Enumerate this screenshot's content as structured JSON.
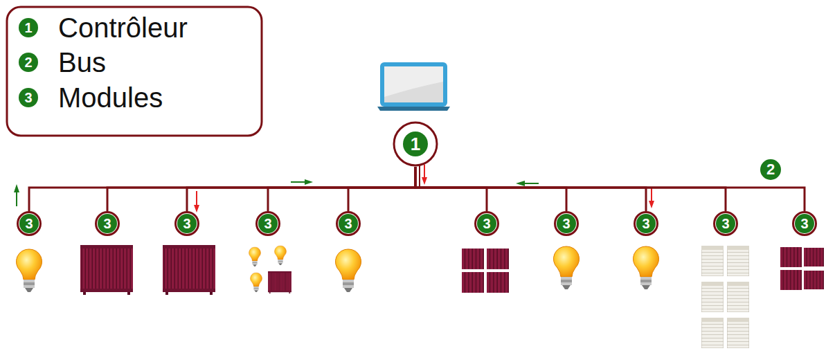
{
  "diagram": {
    "nodes": [
      {
        "text": [
          "1"
        ]
      },
      {
        "text": [
          "3"
        ]
      },
      {
        "text": [
          "3"
        ]
      },
      {
        "text": [
          "3"
        ]
      },
      {
        "text": [
          "3"
        ]
      },
      {
        "text": [
          "3"
        ]
      },
      {
        "text": [
          "3"
        ]
      },
      {
        "text": [
          "3"
        ]
      },
      {
        "text": [
          "3"
        ]
      },
      {
        "text": [
          "3"
        ]
      },
      {
        "text": [
          "3"
        ]
      }
    ],
    "edges": [
      {
        "from": 0,
        "to": 1,
        "arrow": "none"
      },
      {
        "from": 0,
        "to": 2,
        "arrow": "none"
      },
      {
        "from": 0,
        "to": 3,
        "arrow": "none"
      },
      {
        "from": 0,
        "to": 4,
        "arrow": "none"
      },
      {
        "from": 0,
        "to": 5,
        "arrow": "none"
      },
      {
        "from": 0,
        "to": 6,
        "arrow": "none"
      },
      {
        "from": 0,
        "to": 7,
        "arrow": "none"
      },
      {
        "from": 0,
        "to": 8,
        "arrow": "none"
      },
      {
        "from": 0,
        "to": 9,
        "arrow": "none"
      },
      {
        "from": 0,
        "to": 10,
        "arrow": "none"
      }
    ],
    "labels": [
      "1",
      "2",
      "3",
      "2"
    ],
    "legend": [
      {
        "text": "Contrôleur"
      },
      {
        "text": "Bus"
      },
      {
        "text": "Modules"
      }
    ]
  }
}
